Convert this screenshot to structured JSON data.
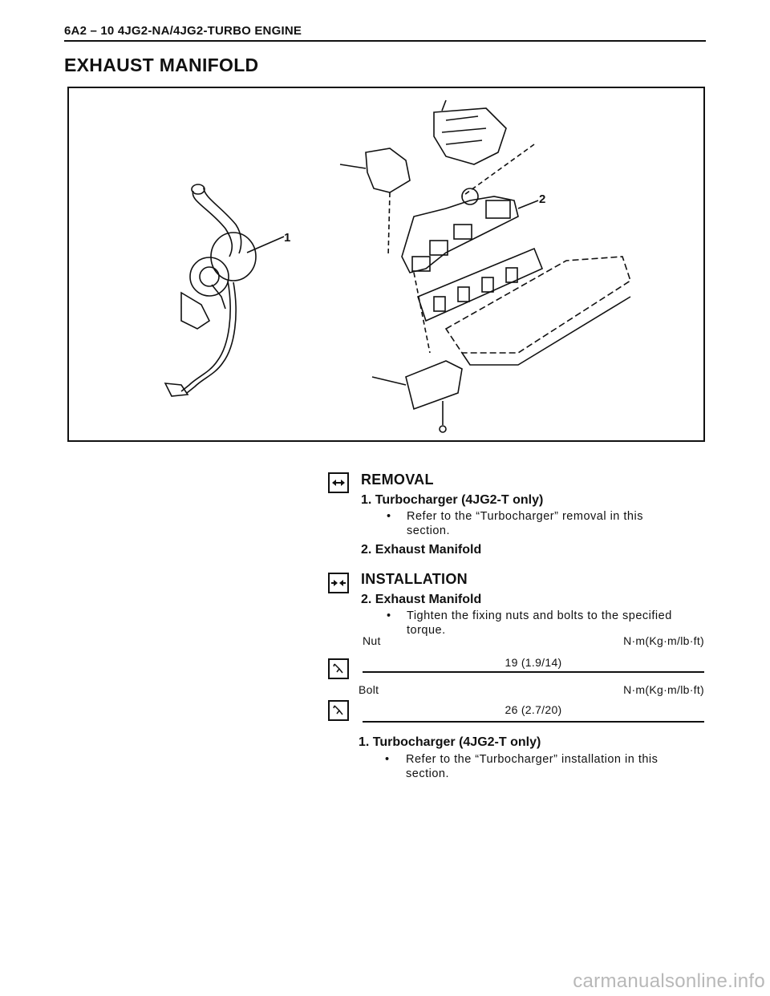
{
  "header": "6A2 – 10 4JG2-NA/4JG2-TURBO ENGINE",
  "title": "EXHAUST MANIFOLD",
  "figure": {
    "callouts": [
      "1",
      "2"
    ]
  },
  "removal": {
    "heading": "REMOVAL",
    "icon": "removal-arrows-icon",
    "step1": {
      "label": "1.   Turbocharger (4JG2-T only)",
      "bullet": "Refer to the “Turbocharger” removal in this",
      "bullet_cont": "section."
    },
    "step2": {
      "label": "2.   Exhaust Manifold"
    }
  },
  "installation": {
    "heading": "INSTALLATION",
    "icon": "installation-arrows-icon",
    "step2": {
      "label": "2.   Exhaust Manifold",
      "bullet": "Tighten the fixing nuts and bolts to the specified",
      "bullet_cont": "torque."
    },
    "torque": [
      {
        "name": "Nut",
        "unit": "N·m(Kg·m/lb·ft)",
        "value": "19 (1.9/14)",
        "icon": "torque-wrench-icon"
      },
      {
        "name": "Bolt",
        "unit": "N·m(Kg·m/lb·ft)",
        "value": "26 (2.7/20)",
        "icon": "torque-wrench-icon"
      }
    ],
    "step1": {
      "label": "1.   Turbocharger (4JG2-T only)",
      "bullet": "Refer to the “Turbocharger” installation in this",
      "bullet_cont": "section."
    }
  },
  "watermark": "carmanualsonline.info"
}
